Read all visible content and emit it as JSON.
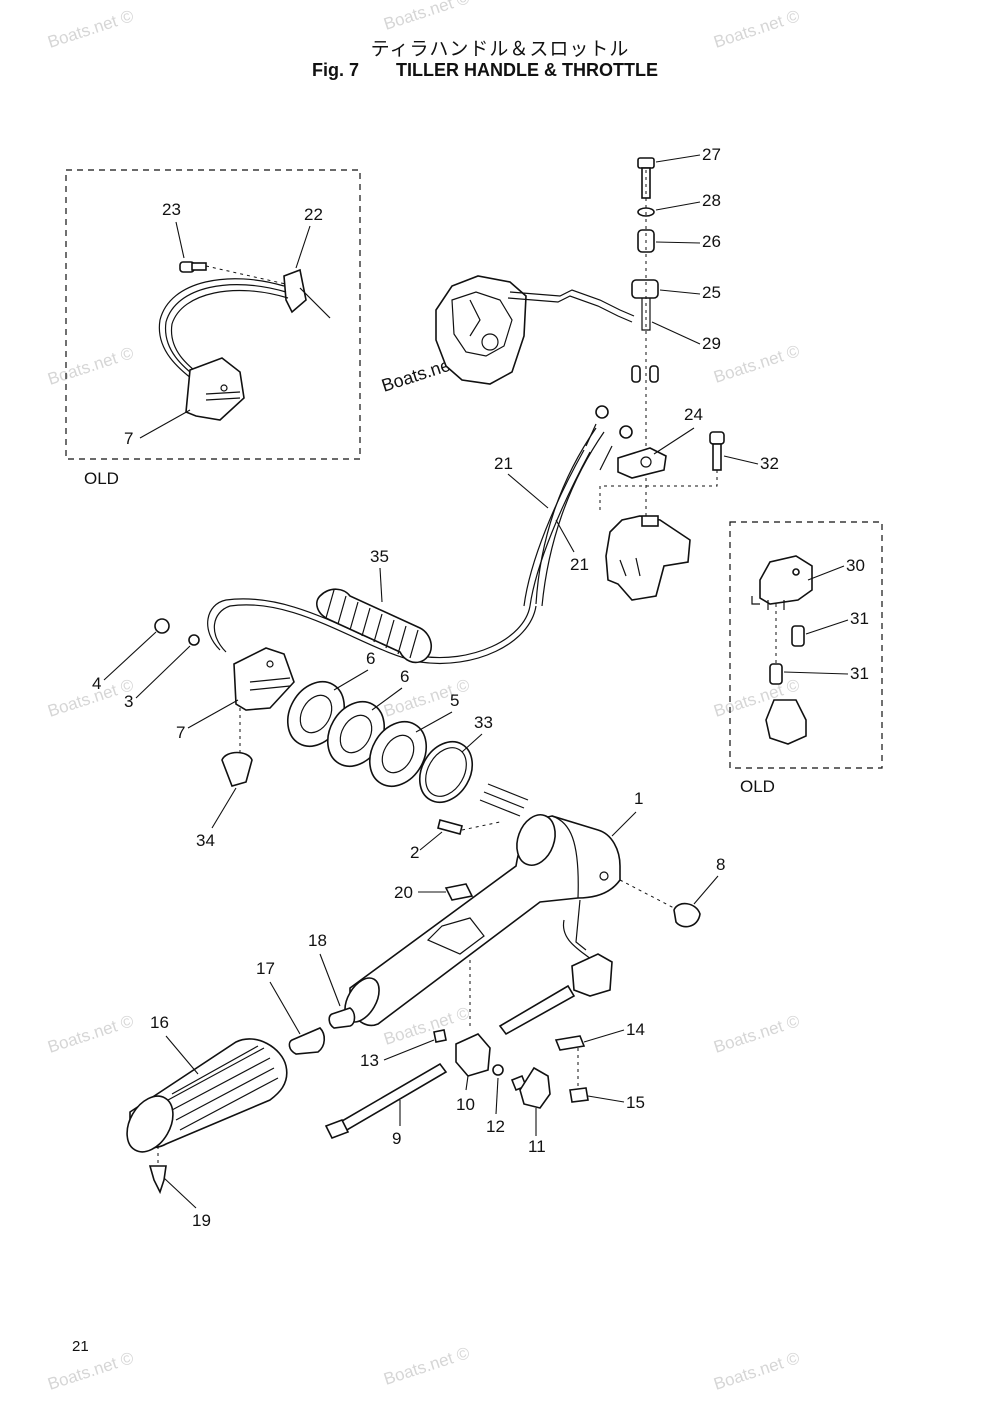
{
  "header": {
    "title_jp": "ティラハンドル＆スロットル",
    "fig_label": "Fig. 7",
    "title_en": "TILLER HANDLE & THROTTLE"
  },
  "watermark": "Boats.net ©",
  "page_number": "21",
  "groups": {
    "old_left": "OLD",
    "old_right": "OLD"
  },
  "parts": [
    "1",
    "2",
    "3",
    "4",
    "5",
    "6",
    "6",
    "7",
    "7",
    "8",
    "9",
    "10",
    "11",
    "12",
    "13",
    "14",
    "15",
    "16",
    "17",
    "18",
    "19",
    "20",
    "21",
    "21",
    "22",
    "23",
    "24",
    "25",
    "26",
    "27",
    "28",
    "29",
    "30",
    "31",
    "31",
    "32",
    "33",
    "34",
    "35"
  ]
}
